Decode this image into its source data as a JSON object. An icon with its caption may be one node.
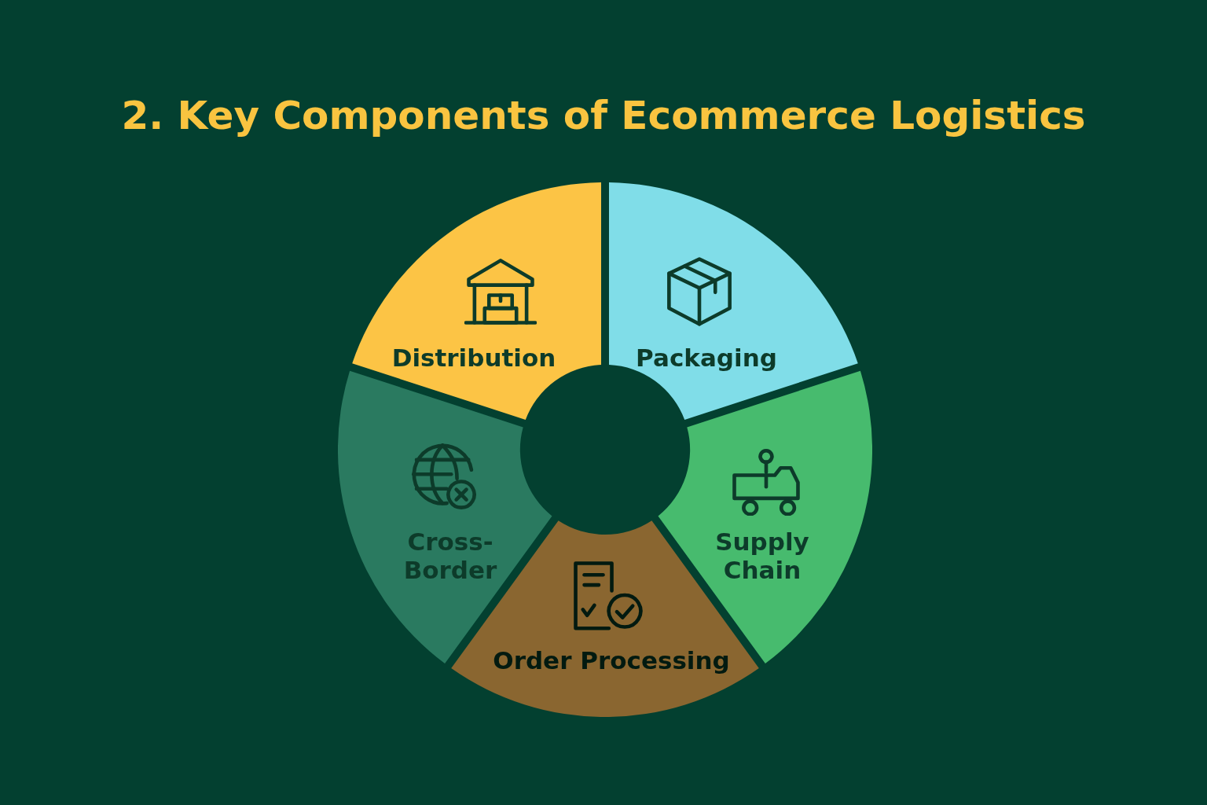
{
  "diagram": {
    "title": "2. Key Components of Ecommerce Logistics",
    "nodes": [
      {
        "text": [
          "Distribution"
        ]
      },
      {
        "text": [
          "Packaging"
        ]
      },
      {
        "text": [
          "Cross-Border"
        ]
      },
      {
        "text": [
          "Supply Chain"
        ]
      },
      {
        "text": [
          "Order Processing"
        ]
      }
    ]
  }
}
